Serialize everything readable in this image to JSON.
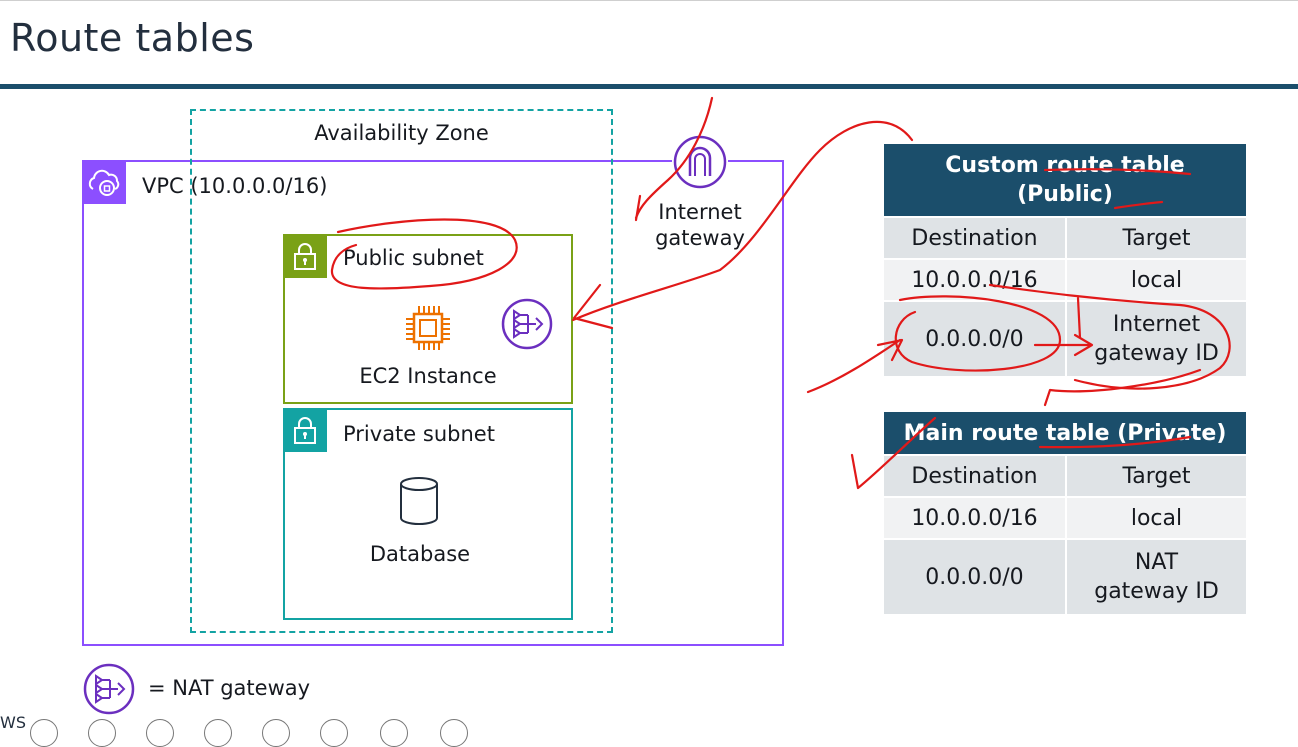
{
  "title": "Route tables",
  "diagram": {
    "availability_zone_label": "Availability Zone",
    "vpc_label": "VPC (10.0.0.0/16)",
    "public_subnet_label": "Public subnet",
    "ec2_label": "EC2 Instance",
    "private_subnet_label": "Private subnet",
    "database_label": "Database",
    "igw_label_line1": "Internet",
    "igw_label_line2": "gateway",
    "legend_label": "= NAT gateway",
    "colors": {
      "vpc": "#8c4fff",
      "public_subnet": "#7aa116",
      "private_subnet": "#13a3a3",
      "ec2": "#ed7100",
      "header": "#1b4e6b",
      "annotation": "#e11919"
    }
  },
  "public_table": {
    "title_line1": "Custom route table",
    "title_line2": "(Public)",
    "col_destination": "Destination",
    "col_target": "Target",
    "rows": [
      {
        "destination": "10.0.0.0/16",
        "target": "local"
      },
      {
        "destination": "0.0.0.0/0",
        "target_line1": "Internet",
        "target_line2": "gateway ID"
      }
    ]
  },
  "private_table": {
    "title": "Main route table (Private)",
    "col_destination": "Destination",
    "col_target": "Target",
    "rows": [
      {
        "destination": "10.0.0.0/16",
        "target": "local"
      },
      {
        "destination": "0.0.0.0/0",
        "target_line1": "NAT",
        "target_line2": "gateway ID"
      }
    ]
  },
  "footer": {
    "logo_text": "WS"
  }
}
